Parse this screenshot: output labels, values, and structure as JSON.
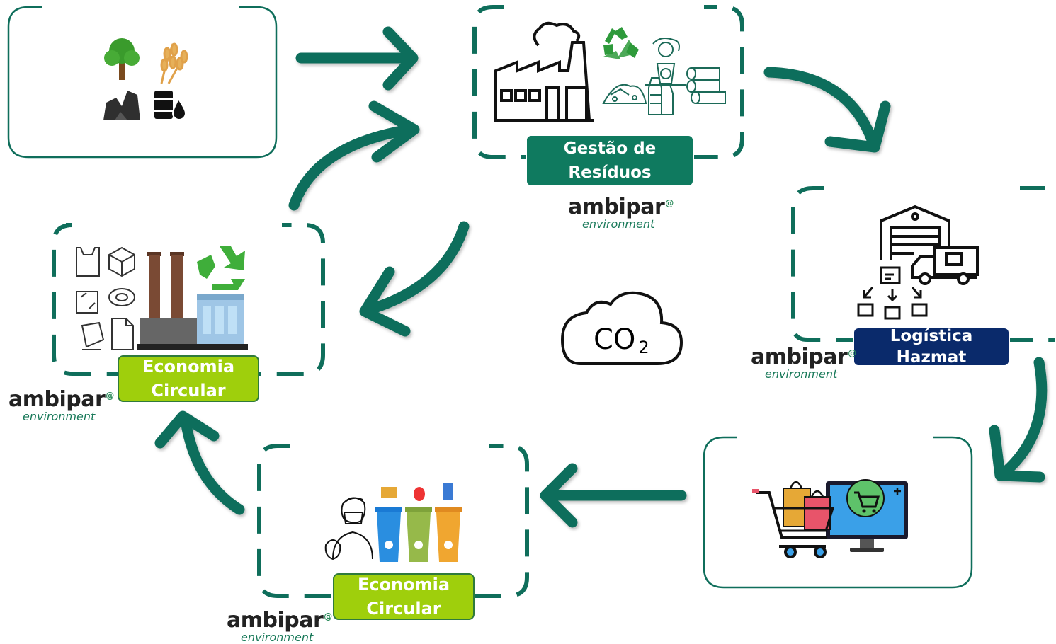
{
  "nodes": {
    "waste_management": {
      "label_line1": "Gestão de",
      "label_line2": "Resíduos"
    },
    "hazmat_logistics": {
      "label": "Logística Hazmat"
    },
    "circular_left": {
      "label_line1": "Economia",
      "label_line2": "Circular"
    },
    "circular_bottom": {
      "label_line1": "Economia",
      "label_line2": "Circular"
    }
  },
  "center": {
    "text": "CO",
    "subscript": "2"
  },
  "brand": {
    "name": "ambipar",
    "sub": "environment",
    "mark": "@"
  },
  "icons": {
    "raw_materials": [
      "tree-icon",
      "wheat-icon",
      "rocks-icon",
      "oil-barrel-icon"
    ],
    "waste": [
      "factory-icon",
      "recycle-icon",
      "recycler-person-icon",
      "pipes-icon",
      "landfill-icon",
      "bottles-icon"
    ],
    "hazmat": [
      "warehouse-icon",
      "delivery-truck-icon",
      "packages-icon"
    ],
    "retail": [
      "shopping-cart-icon",
      "shopping-bags-icon",
      "online-store-monitor-icon"
    ],
    "collection": [
      "waste-picker-icon",
      "recycling-bins-icon"
    ],
    "circular": [
      "plastic-bag-icon",
      "box-icon",
      "glass-icon",
      "tape-roll-icon",
      "paint-icon",
      "paper-icon",
      "recycling-plant-icon"
    ]
  },
  "colors": {
    "teal": "#0f7a5f",
    "lime": "#9fcf0c",
    "navy": "#0a2a6b",
    "arrow": "#0f6e5b"
  }
}
